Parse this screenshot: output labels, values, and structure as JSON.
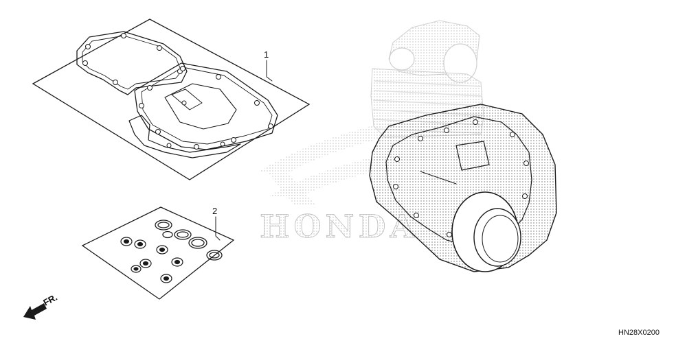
{
  "callouts": [
    {
      "label": "1"
    },
    {
      "label": "2"
    }
  ],
  "watermark": {
    "text": "HONDA"
  },
  "direction": {
    "label": "FR."
  },
  "diagram_code": "HN28X0200",
  "colors": {
    "line": "#1a1a1a",
    "watermark": "#c8c8c8",
    "background": "#ffffff"
  }
}
